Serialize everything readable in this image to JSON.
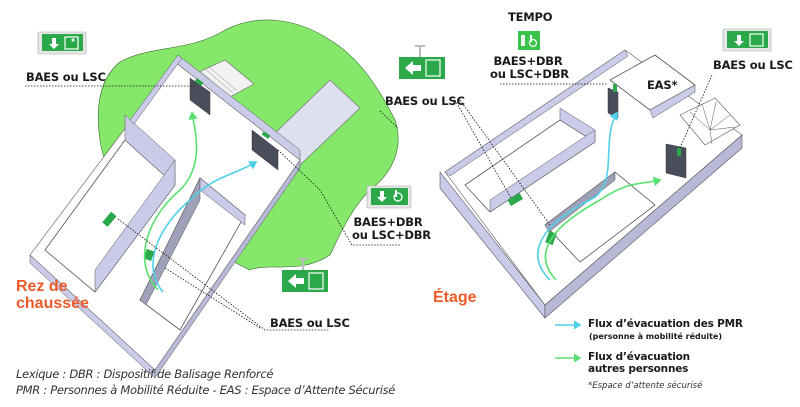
{
  "colors": {
    "grass": "#86e86a",
    "wall_top": "#ffffff",
    "wall_side": "#c9cbe8",
    "wall_shade": "#9ea1b8",
    "door": "#4a4d5a",
    "sign_green": "#2aa84a",
    "flow_pmr": "#4fd0e8",
    "flow_others": "#58e070",
    "floor_label": "#ee5a2a"
  },
  "ground_floor": {
    "title_line1": "Rez de",
    "title_line2": "chaussée",
    "labels": {
      "top_left": "BAES ou LSC",
      "top_center": "BAES ou LSC",
      "right_line1": "BAES+DBR",
      "right_line2": "ou LSC+DBR",
      "bottom": "BAES ou LSC"
    }
  },
  "upper_floor": {
    "title": "Étage",
    "tempo": "TEMPO",
    "labels": {
      "left_line1": "BAES+DBR",
      "left_line2": "ou LSC+DBR",
      "right": "BAES ou LSC",
      "eas": "EAS*"
    }
  },
  "legend": {
    "pmr_line1": "Flux d’évacuation des PMR",
    "pmr_line2": "(personne à mobilité réduite)",
    "others_line1": "Flux d’évacuation",
    "others_line2": "autres personnes",
    "note": "*Espace d’attente sécurisé"
  },
  "lexique": {
    "line1": "Lexique : DBR : Dispositif de Balisage Renforcé",
    "line2": "PMR : Personnes à Mobilité Réduite - EAS : Espace d’Attente Sécurisé"
  },
  "icons": [
    "exit-sign-down-arrow-running-man",
    "exit-sign-left-arrow-running-man-hanging",
    "exit-sign-down-arrow-wheelchair",
    "tempo-wheelchair-sign"
  ]
}
